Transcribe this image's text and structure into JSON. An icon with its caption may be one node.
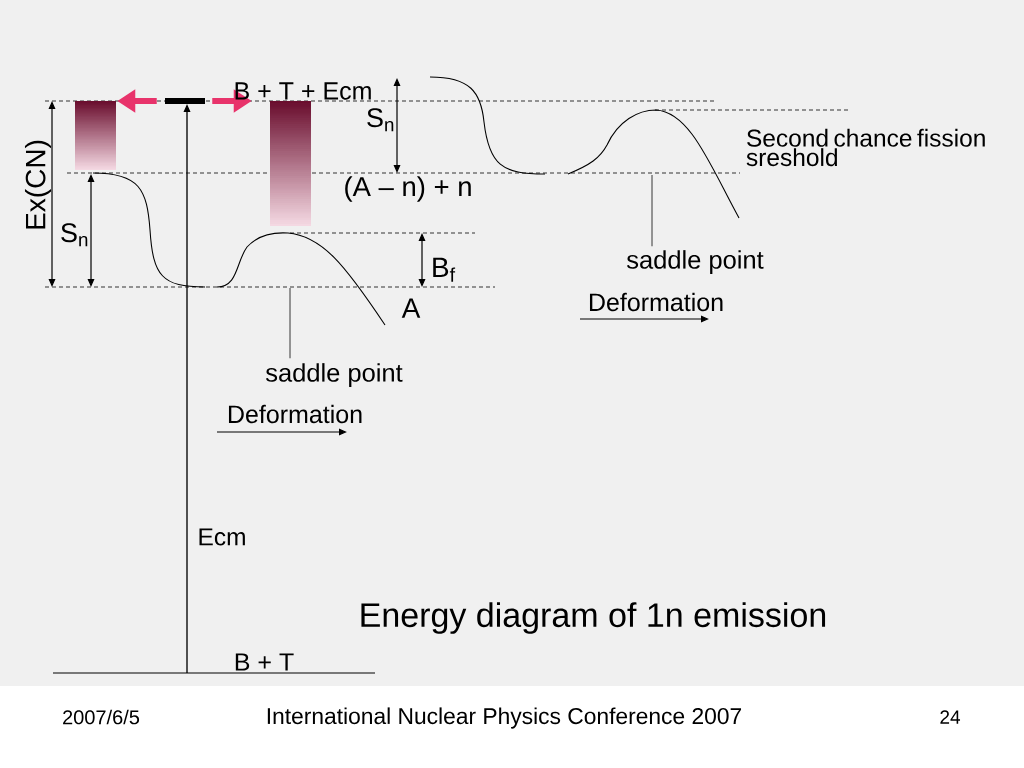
{
  "diagram": {
    "title": "Energy diagram of 1n emission",
    "nodes": [
      {
        "text": [],
        "shape": "bar"
      },
      {
        "text": [],
        "shape": "bar"
      },
      {
        "text": [],
        "shape": "bar"
      },
      {
        "text": [
          "saddle point"
        ]
      },
      {
        "text": [
          "saddle point"
        ]
      }
    ],
    "edges": [
      {
        "from": 1,
        "to": 0,
        "arrow": "to",
        "style": "thick",
        "color": "#e8336b"
      },
      {
        "from": 1,
        "to": 2,
        "arrow": "to",
        "style": "thick",
        "color": "#e8336b"
      },
      {
        "from": 3,
        "to": null,
        "arrow": "none",
        "color": "#555555"
      },
      {
        "from": 4,
        "to": null,
        "arrow": "none",
        "color": "#555555"
      }
    ],
    "labels": [
      "B + T + Ecm",
      "S$_{n}$",
      "Second chance fission sreshold",
      "Ex(CN)",
      "(A – n) + n",
      "S$_{n}$",
      "B$_{f}$",
      "Deformation",
      "A",
      "Deformation",
      "Ecm",
      "B + T",
      "2007/6/5",
      "International Nuclear Physics Conference 2007",
      "24"
    ]
  }
}
